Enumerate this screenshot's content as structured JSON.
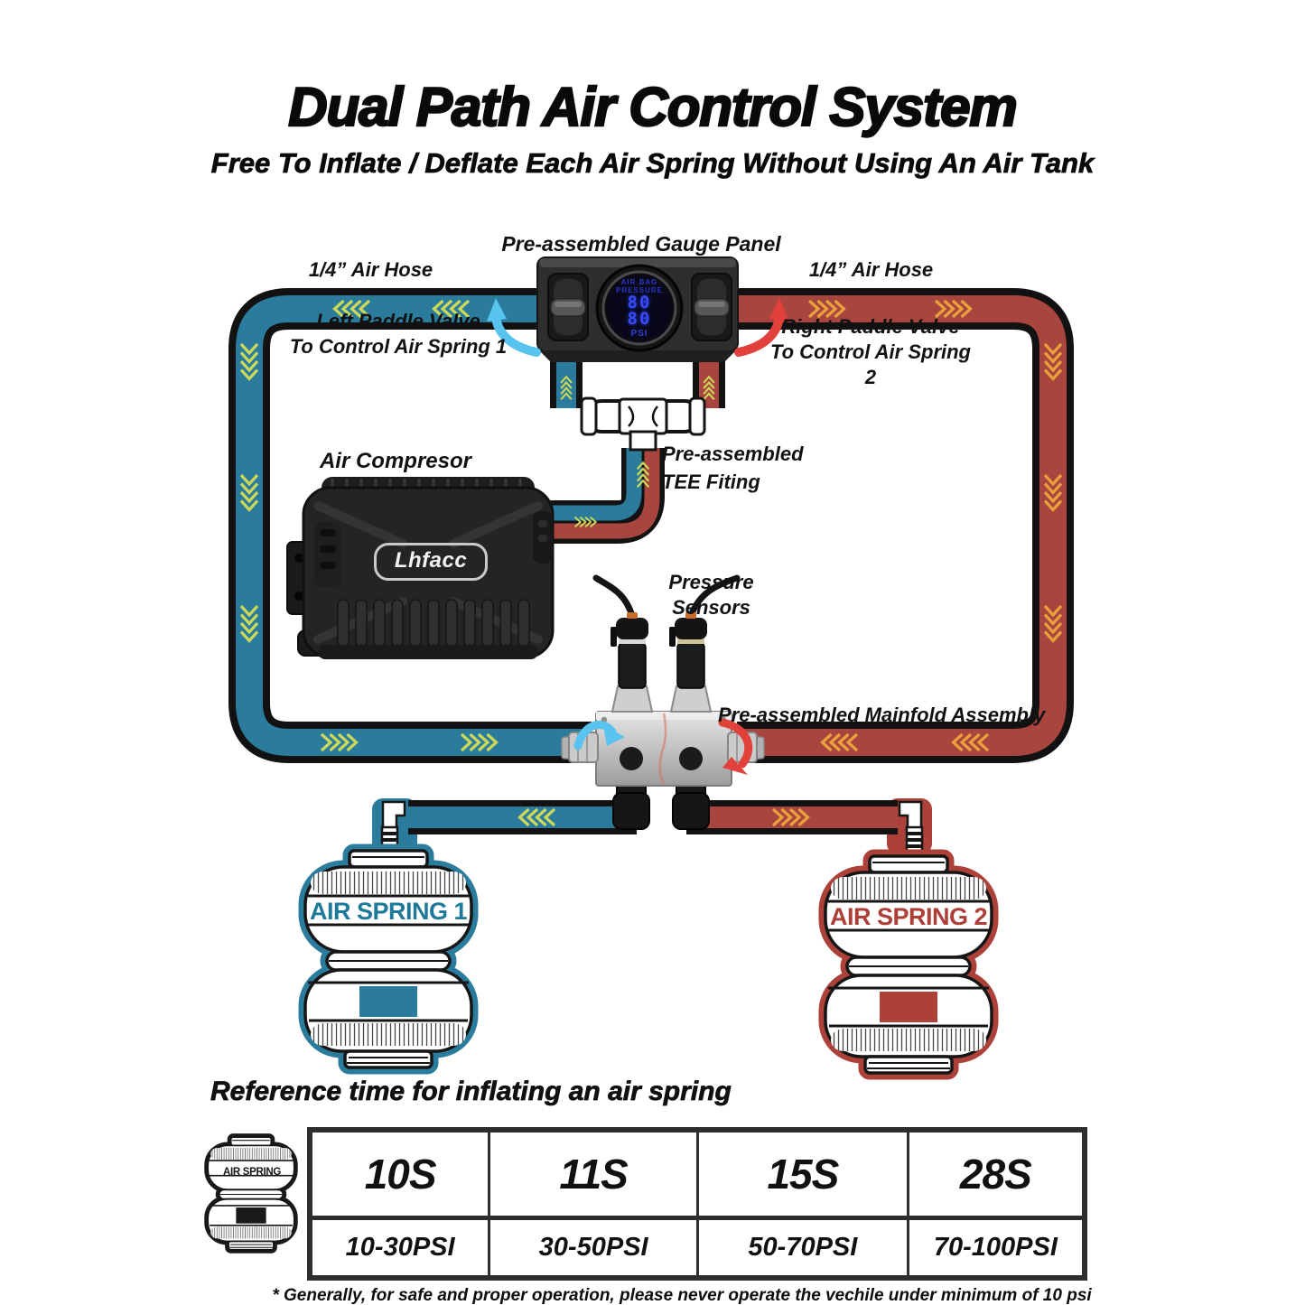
{
  "title": "Dual Path Air Control System",
  "subtitle": "Free To Inflate / Deflate Each Air Spring Without Using An Air Tank",
  "colors": {
    "hose_blue": "#2b7c9c",
    "hose_red": "#a8453e",
    "chevron_on_blue": "#ccd85a",
    "chevron_on_red": "#e8a23b",
    "arrow_blue": "#58c3ee",
    "arrow_red": "#e2403b",
    "gauge_text_blue": "#3a4af2",
    "spring1_accent": "#1f7a9a",
    "spring2_accent": "#ac3f37"
  },
  "diagram": {
    "gauge_panel": {
      "label": "Pre-assembled Gauge Panel",
      "display": {
        "line1": "AIR BAG",
        "line2": "PRESSURE",
        "value_top": "80",
        "value_bottom": "80",
        "unit": "PSI"
      }
    },
    "hose_left_label": "1/4” Air Hose",
    "hose_right_label": "1/4” Air Hose",
    "left_valve": {
      "line1": "Left Paddle Valve",
      "line2": "To Control Air Spring 1"
    },
    "right_valve": {
      "line1": "Right Paddle Valve",
      "line2": "To Control Air Spring 2"
    },
    "compressor": {
      "label": "Air Compresor",
      "brand": "Lhfacc"
    },
    "tee": {
      "line1": "Pre-assembled",
      "line2": "TEE Fiting"
    },
    "sensors_label": "Pressure Sensors",
    "manifold_label": "Pre-assembled Mainfold Assembly",
    "air_spring_1": "AIR SPRING 1",
    "air_spring_2": "AIR SPRING 2"
  },
  "reference": {
    "heading": "Reference time for inflating an air spring",
    "icon_label": "AIR SPRING",
    "table": {
      "times": [
        "10S",
        "11S",
        "15S",
        "28S"
      ],
      "pressures": [
        "10-30PSI",
        "30-50PSI",
        "50-70PSI",
        "70-100PSI"
      ]
    },
    "footnote": "* Generally, for safe and proper operation, please never operate the vechile under minimum of 10 psi"
  }
}
